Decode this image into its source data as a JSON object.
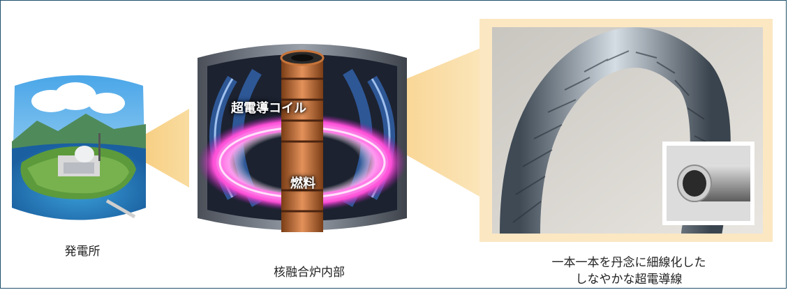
{
  "labels": {
    "power_plant": "発電所",
    "reactor_interior": "核融合炉内部",
    "superconducting_coil": "超電導コイル",
    "fuel": "燃料",
    "wire_caption_line1": "一本一本を丹念に細線化した",
    "wire_caption_line2": "しなやかな超電導線"
  },
  "colors": {
    "frame_border": "#1f4f6b",
    "callout_gold": "#f6c46a",
    "plasma_pink": "#ff4fd8",
    "copper": "#c7743a",
    "coil_blue": "#2f5a9c"
  }
}
